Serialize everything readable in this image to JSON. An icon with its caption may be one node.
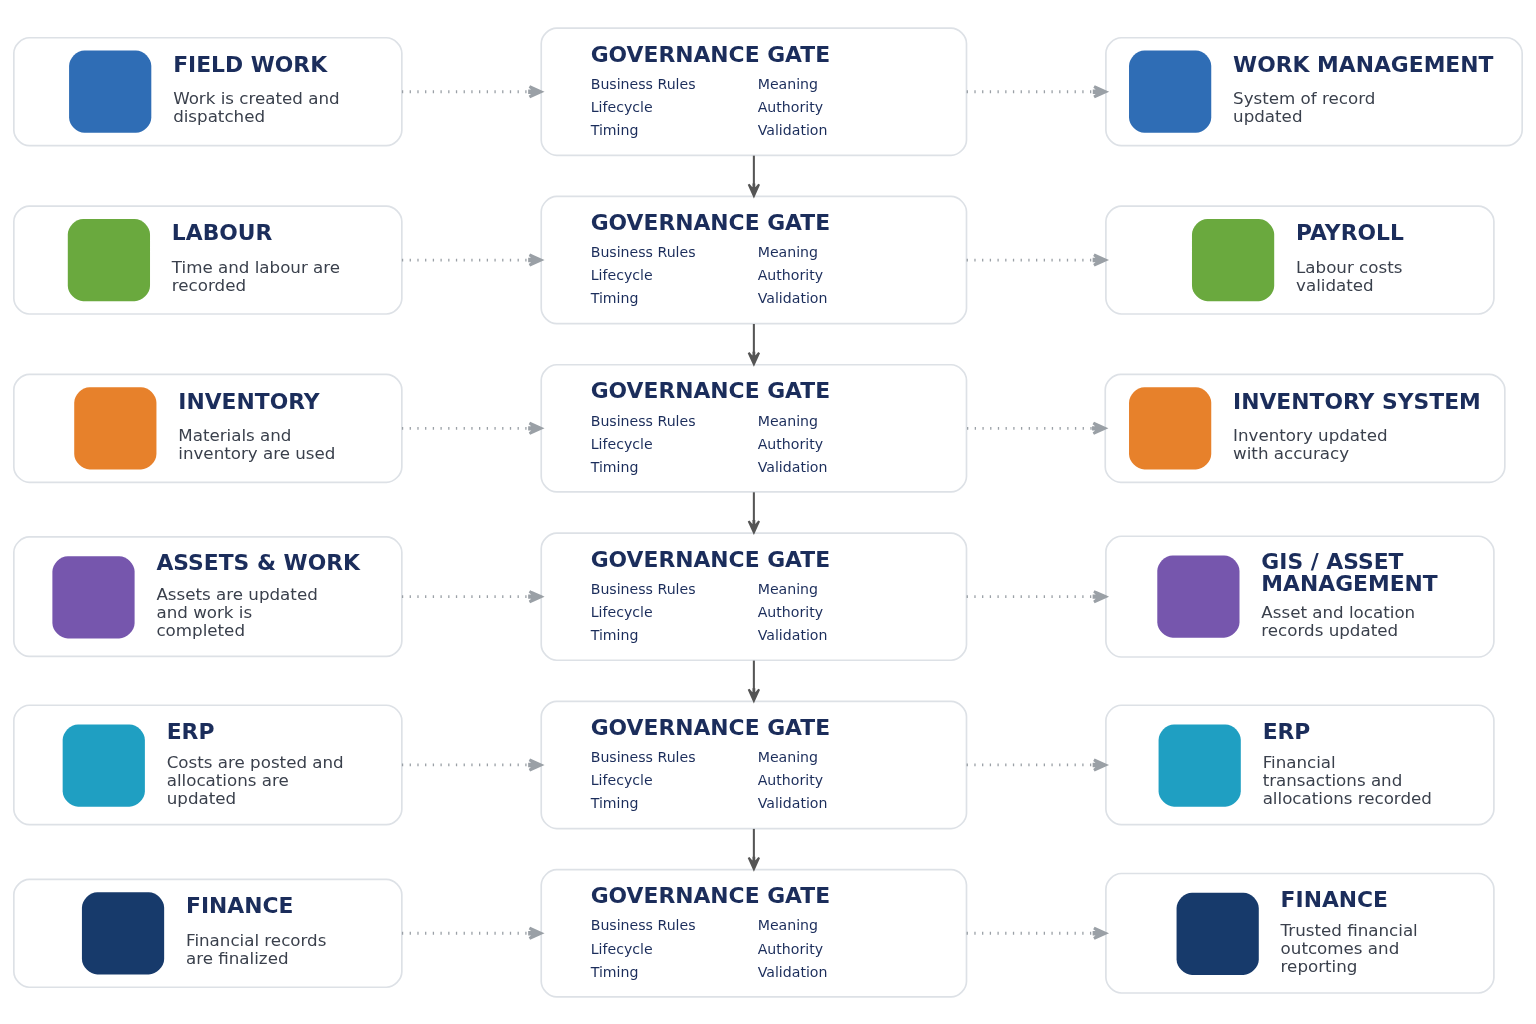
{
  "diagram": {
    "nodes": [
      {
        "text": [
          "FIELD WORK",
          "Work is created and dispatched"
        ]
      },
      {
        "text": [
          "GOVERNANCE GATE",
          "Business Rules",
          "Meaning",
          "Lifecycle",
          "Authority",
          "Timing",
          "Validation"
        ]
      },
      {
        "text": [
          "WORK MANAGEMENT",
          "System of record updated"
        ]
      },
      {
        "text": [
          "LABOUR",
          "Time and labour are recorded"
        ]
      },
      {
        "text": [
          "GOVERNANCE GATE",
          "Business Rules",
          "Meaning",
          "Lifecycle",
          "Authority",
          "Timing",
          "Validation"
        ]
      },
      {
        "text": [
          "PAYROLL",
          "Labour costs validated"
        ]
      },
      {
        "text": [
          "INVENTORY",
          "Materials and inventory are used"
        ]
      },
      {
        "text": [
          "GOVERNANCE GATE",
          "Business Rules",
          "Meaning",
          "Lifecycle",
          "Authority",
          "Timing",
          "Validation"
        ]
      },
      {
        "text": [
          "INVENTORY SYSTEM",
          "Inventory updated with accuracy"
        ]
      },
      {
        "text": [
          "ASSETS & WORK",
          "Assets are updated and work is completed"
        ]
      },
      {
        "text": [
          "GOVERNANCE GATE",
          "Business Rules",
          "Meaning",
          "Lifecycle",
          "Authority",
          "Timing",
          "Validation"
        ]
      },
      {
        "text": [
          "GIS / ASSET MANAGEMENT",
          "Asset and location records updated"
        ]
      },
      {
        "text": [
          "ERP",
          "Costs are posted and allocations are updated"
        ]
      },
      {
        "text": [
          "GOVERNANCE GATE",
          "Business Rules",
          "Meaning",
          "Lifecycle",
          "Authority",
          "Timing",
          "Validation"
        ]
      },
      {
        "text": [
          "ERP",
          "Financial transactions and allocations recorded"
        ]
      },
      {
        "text": [
          "FINANCE",
          "Financial records are finalized"
        ]
      },
      {
        "text": [
          "GOVERNANCE GATE",
          "Business Rules",
          "Meaning",
          "Lifecycle",
          "Authority",
          "Timing",
          "Validation"
        ]
      },
      {
        "text": [
          "FINANCE",
          "Trusted financial outcomes and reporting"
        ]
      }
    ],
    "edges": [
      {
        "from": 0,
        "to": 1,
        "arrow": "to",
        "style": "dashed"
      },
      {
        "from": 1,
        "to": 2,
        "arrow": "to",
        "style": "dashed"
      },
      {
        "from": 1,
        "to": 4,
        "arrow": "to",
        "color": "#555555"
      },
      {
        "from": 3,
        "to": 4,
        "arrow": "to",
        "style": "dashed"
      },
      {
        "from": 4,
        "to": 5,
        "arrow": "to",
        "style": "dashed"
      },
      {
        "from": 4,
        "to": 7,
        "arrow": "to",
        "color": "#555555"
      },
      {
        "from": 6,
        "to": 7,
        "arrow": "to",
        "style": "dashed"
      },
      {
        "from": 7,
        "to": 8,
        "arrow": "to",
        "style": "dashed"
      },
      {
        "from": 7,
        "to": 10,
        "arrow": "to",
        "color": "#555555"
      },
      {
        "from": 9,
        "to": 10,
        "arrow": "to",
        "style": "dashed"
      },
      {
        "from": 10,
        "to": 11,
        "arrow": "to",
        "style": "dashed"
      },
      {
        "from": 10,
        "to": 13,
        "arrow": "to",
        "color": "#555555"
      },
      {
        "from": 12,
        "to": 13,
        "arrow": "to",
        "style": "dashed"
      },
      {
        "from": 13,
        "to": 14,
        "arrow": "to",
        "style": "dashed"
      },
      {
        "from": 13,
        "to": 16,
        "arrow": "to",
        "color": "#555555"
      },
      {
        "from": 15,
        "to": 16,
        "arrow": "to",
        "style": "dashed"
      },
      {
        "from": 16,
        "to": 17,
        "arrow": "to",
        "style": "dashed"
      }
    ]
  }
}
